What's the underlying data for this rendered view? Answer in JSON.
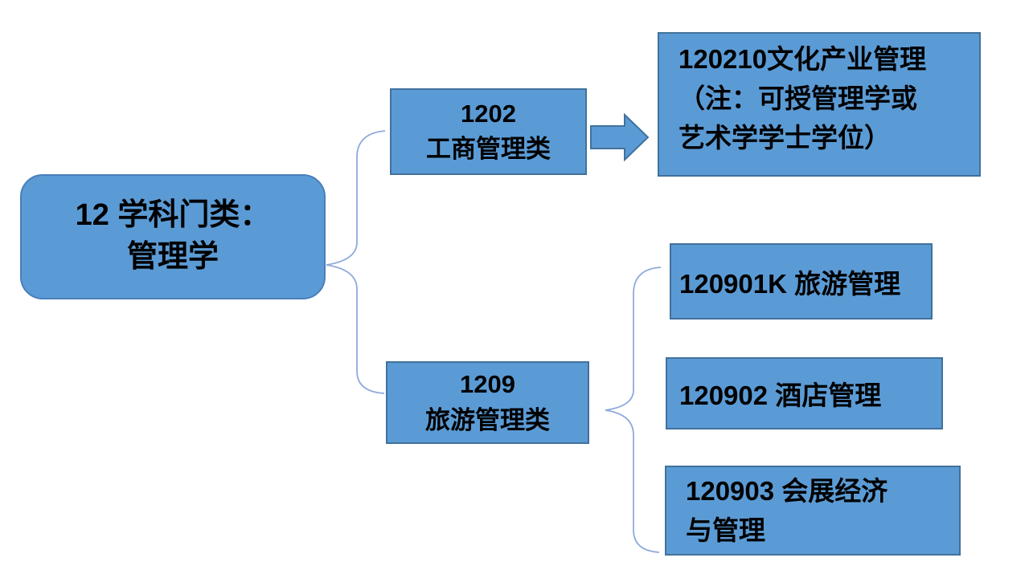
{
  "slide": {
    "background": "#ffffff",
    "nodes": {
      "root": {
        "line1": "12 学科门类：",
        "line2": "管理学"
      },
      "cat1202": {
        "line1": "1202",
        "line2": "工商管理类"
      },
      "cat1209": {
        "line1": "1209",
        "line2": "旅游管理类"
      },
      "major120210": {
        "line1": "120210文化产业管理",
        "line2": "（注：可授管理学或",
        "line3": "艺术学学士学位）"
      },
      "major120901k": {
        "text": "120901K 旅游管理"
      },
      "major120902": {
        "text": "120902 酒店管理"
      },
      "major120903": {
        "line1": "120903 会展经济",
        "line2": "与管理"
      }
    },
    "connectors": {
      "root_to_categories": "curly-brace",
      "c1202_to_120210": "block-arrow-right",
      "c1209_to_majors": "curly-brace"
    },
    "colors": {
      "node_fill": "#5b9bd5",
      "node_border": "#41719c",
      "rounded_node_border": "#4a7ebb",
      "connector_line": "#8faadc",
      "text": "#000000",
      "background": "#ffffff"
    }
  }
}
